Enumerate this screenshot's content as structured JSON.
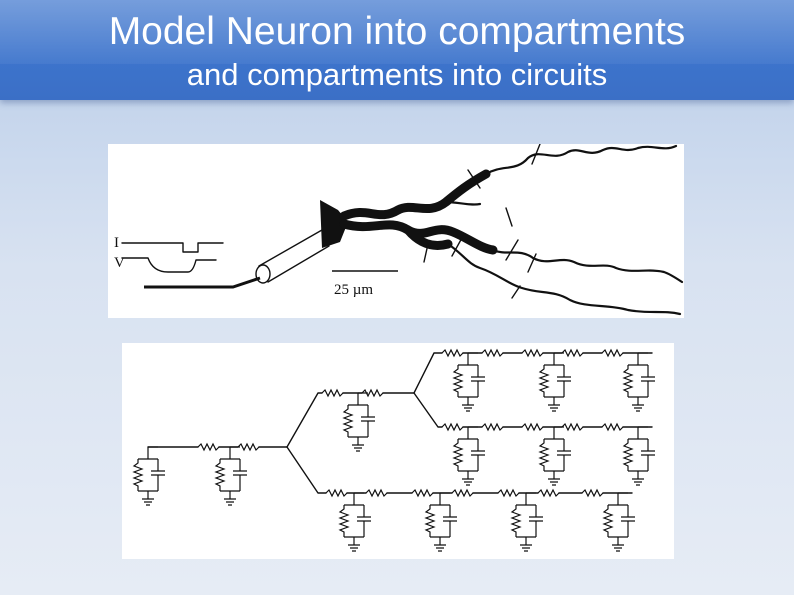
{
  "slide": {
    "title_line1": "Model Neuron into compartments",
    "title_line2": "and compartments into circuits"
  },
  "neuron_figure": {
    "scale_label": "25  µm",
    "trace_label_top": "I",
    "trace_label_bottom": "V"
  },
  "circuit_diagram": {
    "components": [
      "resistor",
      "capacitor",
      "ground"
    ]
  }
}
